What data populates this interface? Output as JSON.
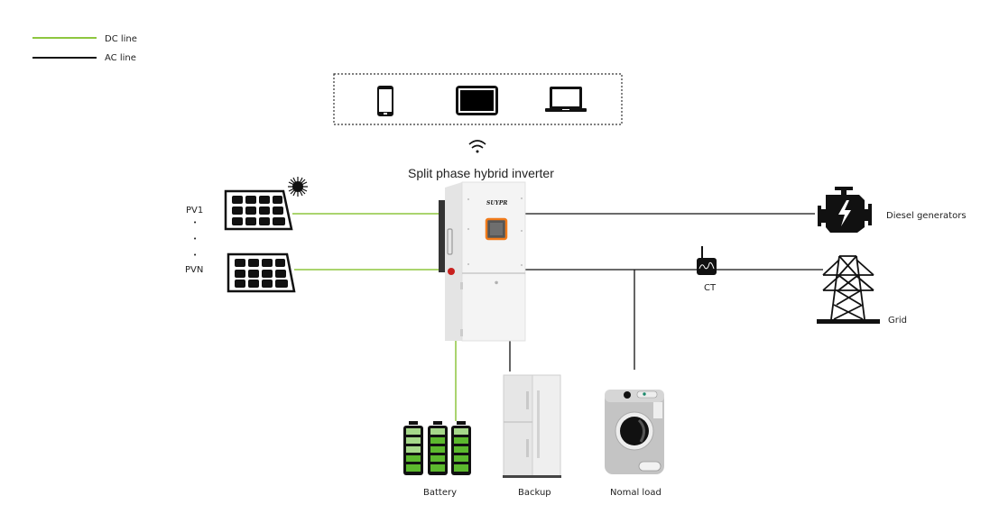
{
  "legend": {
    "dc_label": "DC line",
    "ac_label": "AC line",
    "dc_color": "#8dc63f",
    "ac_color": "#111111"
  },
  "monitoring_devices": [
    "smartphone-icon",
    "tablet-icon",
    "laptop-icon"
  ],
  "inverter": {
    "title": "Split phase hybrid inverter",
    "brand": "SUYPR",
    "screen_accent": "#f07a1a",
    "stop_button_color": "#c8201e"
  },
  "pv": {
    "first_label": "PV1",
    "dots": [
      "•",
      "•",
      "•"
    ],
    "last_label": "PVN"
  },
  "loads": {
    "battery": "Battery",
    "backup": "Backup",
    "normal": "Nomal load"
  },
  "sources": {
    "diesel": "Diesel generators",
    "grid": "Grid",
    "ct": "CT"
  },
  "battery_color": "#5cb82e"
}
